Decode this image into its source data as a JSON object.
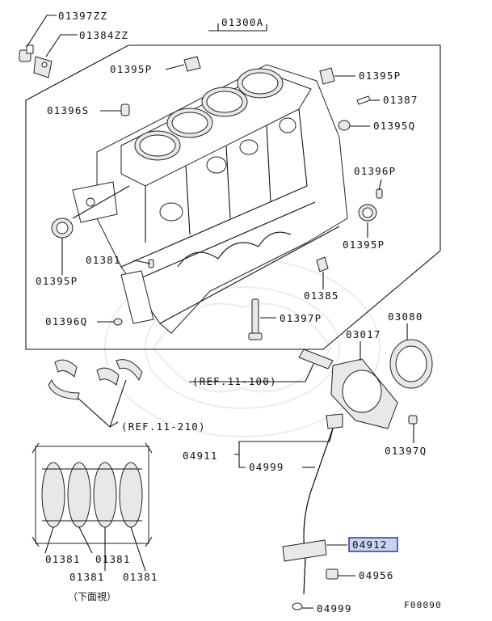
{
  "labels": {
    "p01397zz": "01397ZZ",
    "p01384zz": "01384ZZ",
    "p01300a": "01300A",
    "p01395p_a": "01395P",
    "p01395p_b": "01395P",
    "p01387": "01387",
    "p01396s": "01396S",
    "p01395q": "01395Q",
    "p01396p": "01396P",
    "p01395p_c": "01395P",
    "p01395p_d": "01395P",
    "p01381_a": "01381",
    "p01385": "01385",
    "p01397p": "01397P",
    "p01396q": "01396Q",
    "p03080": "03080",
    "p03017": "03017",
    "ref_100": "(REF.11-100)",
    "ref_210": "(REF.11-210)",
    "p01397q": "01397Q",
    "p04911": "04911",
    "p04999_a": "04999",
    "p04912": "04912",
    "p04956": "04956",
    "p04999_b": "04999",
    "p01381_b": "01381",
    "p01381_c": "01381",
    "p01381_d": "01381",
    "p01381_e": "01381",
    "bottom_view": "（下面視）",
    "figure_code": "F00090"
  },
  "highlight": {
    "part": "04912",
    "fill": "#c8d3f0",
    "stroke": "#2a3c8c"
  }
}
